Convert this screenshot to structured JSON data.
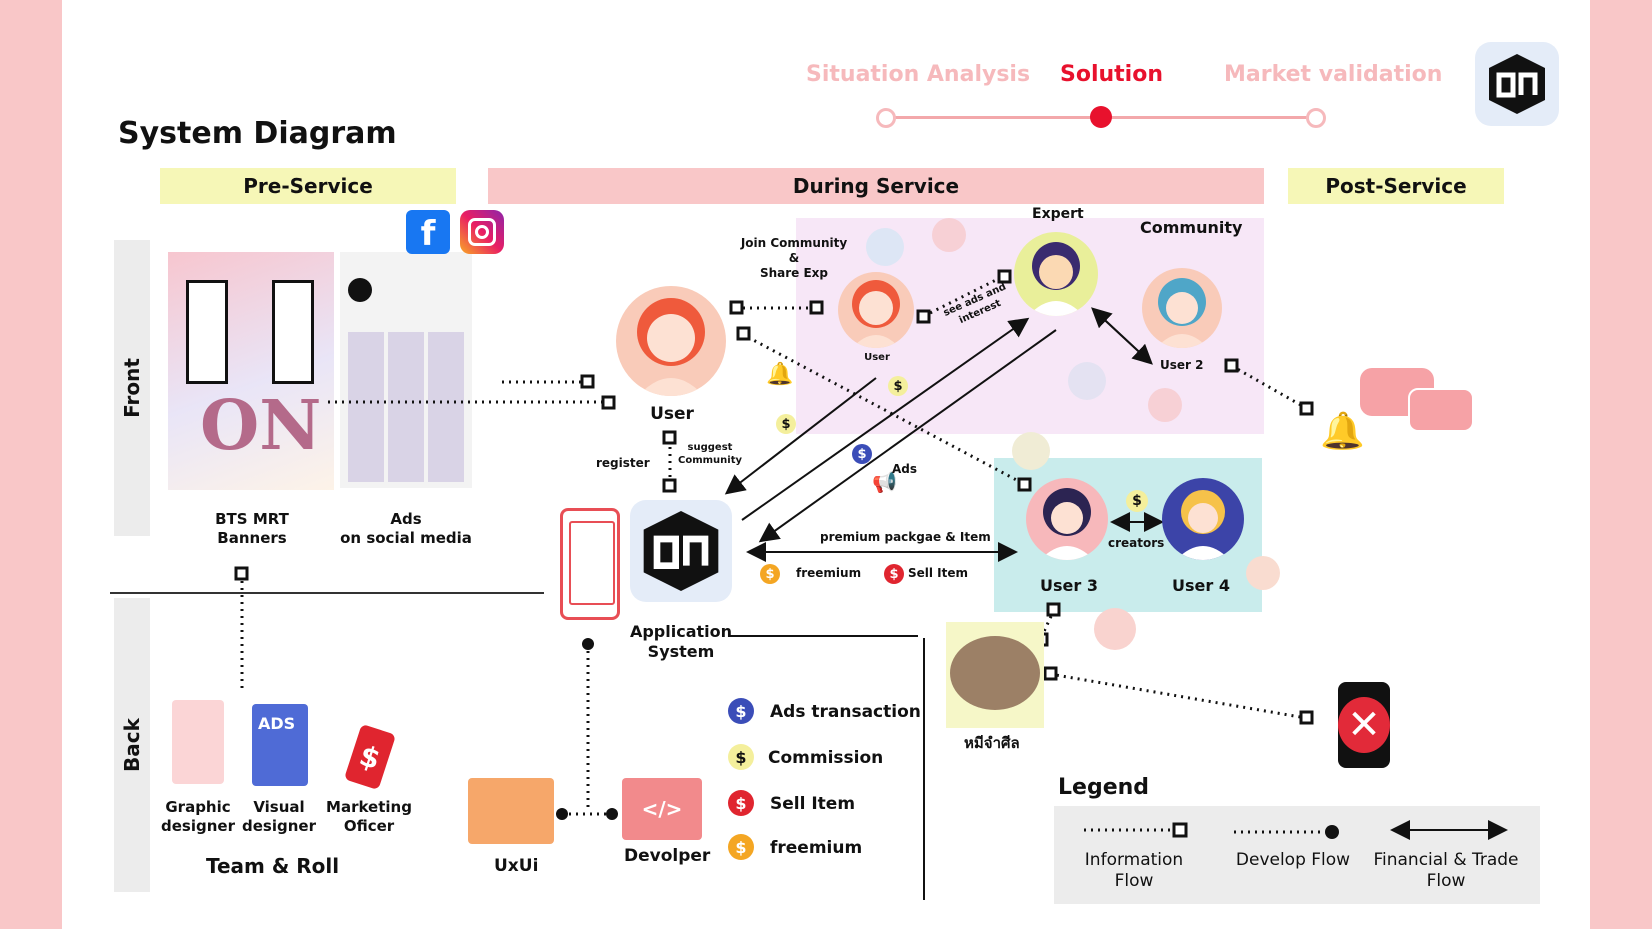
{
  "nav": {
    "steps": [
      "Situation Analysis",
      "Solution",
      "Market validation"
    ],
    "active_step": 1,
    "colors": {
      "active": "#e8112d",
      "inactive": "#f6b9bc",
      "track": "#f3a8ab"
    }
  },
  "title": "System Diagram",
  "phases": {
    "pre": "Pre-Service",
    "during": "During Service",
    "post": "Post-Service"
  },
  "layers": {
    "front": "Front",
    "back": "Back"
  },
  "front": {
    "banners_label": "BTS MRT\nBanners",
    "ads_label": "Ads\non social media",
    "join_community": "Join Community\n&\nShare Exp",
    "expert": "Expert",
    "community": "Community",
    "user_big": "User",
    "user_small": "User",
    "user2": "User 2",
    "user3": "User 3",
    "user4": "User 4",
    "creators": "creators",
    "see_ads": "see ads and\ninterest",
    "ads": "Ads",
    "register": "register",
    "suggest": "suggest\nCommunity",
    "premium": "premium packgae &  Item",
    "freemium": "freemium",
    "sell_item": "Sell Item",
    "app_system": "Application\nSystem",
    "bear_label": "หมีจำศีล",
    "logo_text": "ON"
  },
  "back": {
    "roles": [
      "Graphic\ndesigner",
      "Visual\ndesigner",
      "Marketing\nOficer"
    ],
    "team": "Team & Roll",
    "uxui": "UxUi",
    "developer": "Devolper",
    "ads_badge": "ADS"
  },
  "coin_legend": [
    {
      "label": "Ads transaction",
      "color": "#3b4db8"
    },
    {
      "label": "Commission",
      "color": "#f4ef9c"
    },
    {
      "label": "Sell Item",
      "color": "#e0252f"
    },
    {
      "label": "freemium",
      "color": "#f4a623"
    }
  ],
  "legend": {
    "title": "Legend",
    "items": [
      "Information\nFlow",
      "Develop Flow",
      "Financial & Trade\nFlow"
    ]
  },
  "colors": {
    "band": "#f9c7c8",
    "pre_post": "#f6f7b7",
    "during": "#f9c7c8",
    "community": "#f7e7f7",
    "teal": "#c9ecec",
    "legend_bg": "#ececec"
  }
}
